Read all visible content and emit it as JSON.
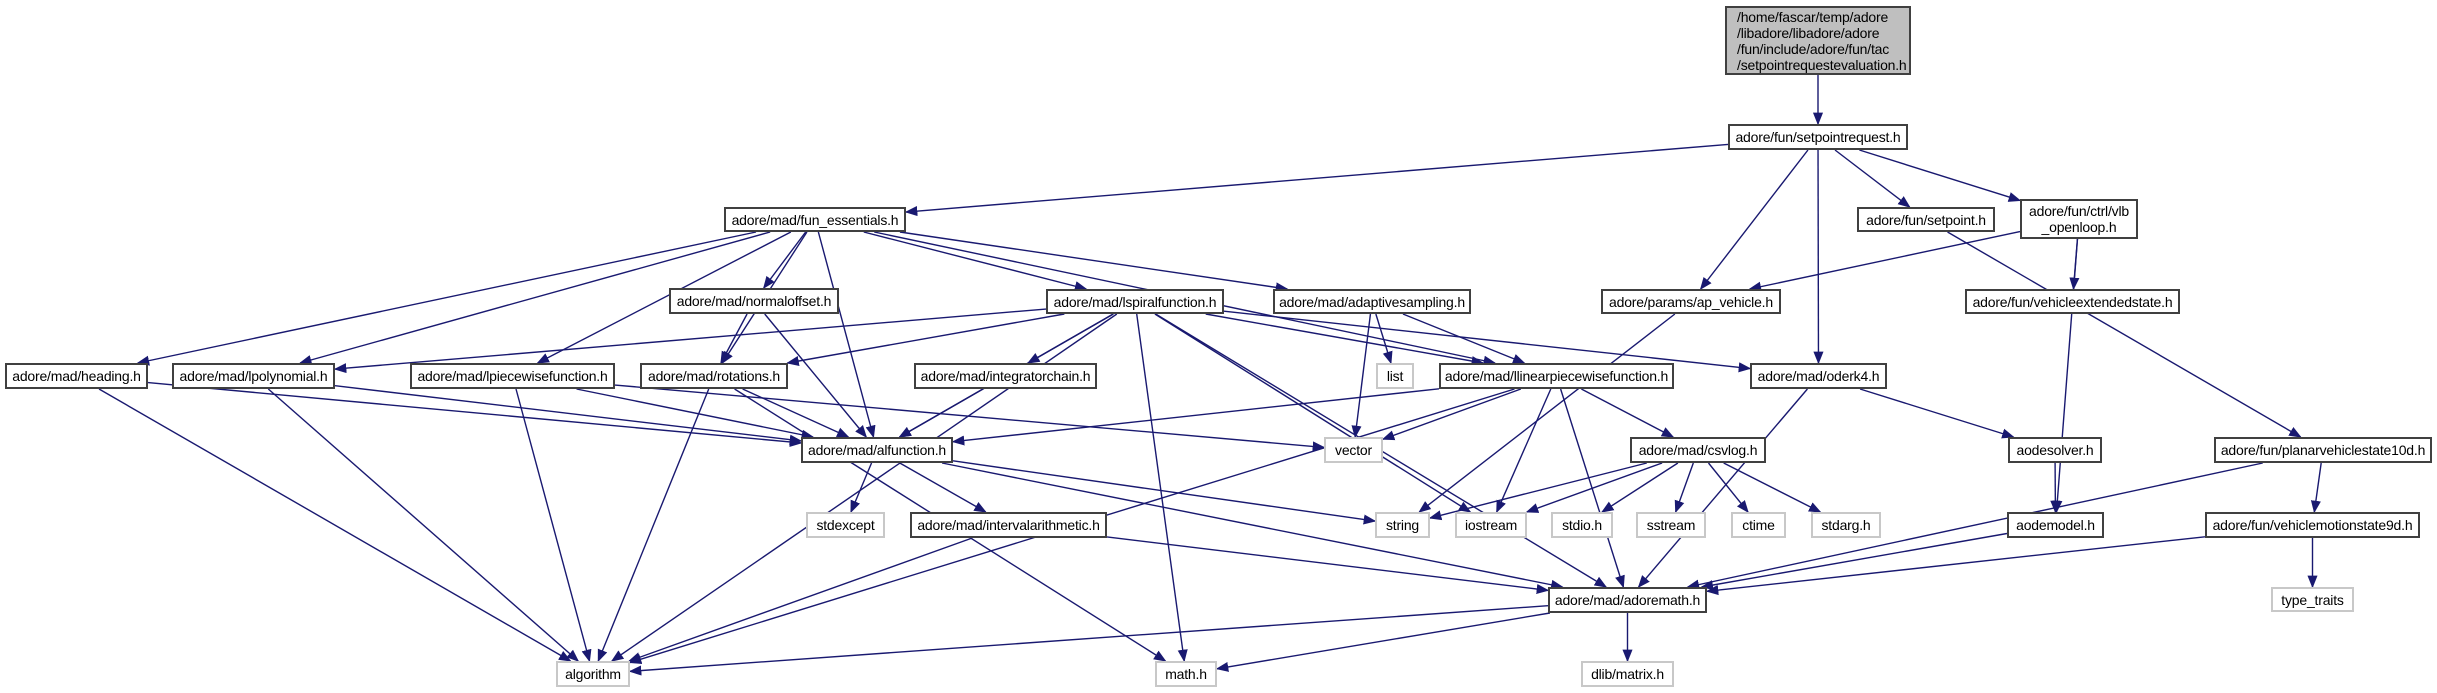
{
  "graph": {
    "edge_color": "#191970",
    "root_fill": "#bfbfbf",
    "nodes": [
      {
        "id": "root",
        "label": "/home/fascar/temp/adore\n/libadore/libadore/adore\n/fun/include/adore/fun/tac\n/setpointrequestevaluation.h",
        "kind": "root"
      },
      {
        "id": "spr",
        "label": "adore/fun/setpointrequest.h"
      },
      {
        "id": "fe",
        "label": "adore/mad/fun_essentials.h"
      },
      {
        "id": "sp",
        "label": "adore/fun/setpoint.h"
      },
      {
        "id": "vlb",
        "label": "adore/fun/ctrl/vlb\n_openloop.h"
      },
      {
        "id": "no",
        "label": "adore/mad/normaloffset.h"
      },
      {
        "id": "ls",
        "label": "adore/mad/lspiralfunction.h"
      },
      {
        "id": "as",
        "label": "adore/mad/adaptivesampling.h"
      },
      {
        "id": "apv",
        "label": "adore/params/ap_vehicle.h"
      },
      {
        "id": "ves",
        "label": "adore/fun/vehicleextendedstate.h"
      },
      {
        "id": "hd",
        "label": "adore/mad/heading.h"
      },
      {
        "id": "lp",
        "label": "adore/mad/lpolynomial.h"
      },
      {
        "id": "lpw",
        "label": "adore/mad/lpiecewisefunction.h"
      },
      {
        "id": "rot",
        "label": "adore/mad/rotations.h"
      },
      {
        "id": "ic",
        "label": "adore/mad/integratorchain.h"
      },
      {
        "id": "list",
        "label": "list",
        "kind": "system"
      },
      {
        "id": "llin",
        "label": "adore/mad/llinearpiecewisefunction.h"
      },
      {
        "id": "ode",
        "label": "adore/mad/oderk4.h"
      },
      {
        "id": "alf",
        "label": "adore/mad/alfunction.h"
      },
      {
        "id": "vec",
        "label": "vector",
        "kind": "system"
      },
      {
        "id": "csv",
        "label": "adore/mad/csvlog.h"
      },
      {
        "id": "aos",
        "label": "aodesolver.h"
      },
      {
        "id": "pvs",
        "label": "adore/fun/planarvehiclestate10d.h"
      },
      {
        "id": "stde",
        "label": "stdexcept",
        "kind": "system"
      },
      {
        "id": "ia",
        "label": "adore/mad/intervalarithmetic.h"
      },
      {
        "id": "str",
        "label": "string",
        "kind": "system"
      },
      {
        "id": "ios",
        "label": "iostream",
        "kind": "system"
      },
      {
        "id": "stdio",
        "label": "stdio.h",
        "kind": "system"
      },
      {
        "id": "sst",
        "label": "sstream",
        "kind": "system"
      },
      {
        "id": "ctime",
        "label": "ctime",
        "kind": "system"
      },
      {
        "id": "stdarg",
        "label": "stdarg.h",
        "kind": "system"
      },
      {
        "id": "aom",
        "label": "aodemodel.h"
      },
      {
        "id": "vms",
        "label": "adore/fun/vehiclemotionstate9d.h"
      },
      {
        "id": "am",
        "label": "adore/mad/adoremath.h"
      },
      {
        "id": "tt",
        "label": "type_traits",
        "kind": "system"
      },
      {
        "id": "alg",
        "label": "algorithm",
        "kind": "system"
      },
      {
        "id": "math",
        "label": "math.h",
        "kind": "system"
      },
      {
        "id": "dlib",
        "label": "dlib/matrix.h",
        "kind": "system"
      }
    ],
    "edges": [
      [
        "root",
        "spr"
      ],
      [
        "spr",
        "fe"
      ],
      [
        "spr",
        "apv"
      ],
      [
        "spr",
        "ode"
      ],
      [
        "spr",
        "sp"
      ],
      [
        "spr",
        "vlb"
      ],
      [
        "fe",
        "hd"
      ],
      [
        "fe",
        "lp"
      ],
      [
        "fe",
        "lpw"
      ],
      [
        "fe",
        "rot"
      ],
      [
        "fe",
        "no"
      ],
      [
        "fe",
        "alf"
      ],
      [
        "fe",
        "ls"
      ],
      [
        "fe",
        "as"
      ],
      [
        "fe",
        "llin"
      ],
      [
        "no",
        "rot"
      ],
      [
        "no",
        "alf"
      ],
      [
        "ls",
        "lp"
      ],
      [
        "ls",
        "rot"
      ],
      [
        "ls",
        "ic"
      ],
      [
        "ls",
        "alf"
      ],
      [
        "ls",
        "math"
      ],
      [
        "ls",
        "am"
      ],
      [
        "ls",
        "ios"
      ],
      [
        "ls",
        "llin"
      ],
      [
        "ls",
        "ode"
      ],
      [
        "ls",
        "alg"
      ],
      [
        "as",
        "list"
      ],
      [
        "as",
        "vec"
      ],
      [
        "as",
        "llin"
      ],
      [
        "apv",
        "str"
      ],
      [
        "vlb",
        "apv"
      ],
      [
        "vlb",
        "ves"
      ],
      [
        "vlb",
        "aom"
      ],
      [
        "sp",
        "pvs"
      ],
      [
        "hd",
        "alg"
      ],
      [
        "hd",
        "alf"
      ],
      [
        "lp",
        "alg"
      ],
      [
        "lp",
        "alf"
      ],
      [
        "lpw",
        "alg"
      ],
      [
        "lpw",
        "alf"
      ],
      [
        "lpw",
        "vec"
      ],
      [
        "rot",
        "alf"
      ],
      [
        "rot",
        "alg"
      ],
      [
        "rot",
        "math"
      ],
      [
        "ic",
        "alf"
      ],
      [
        "llin",
        "alf"
      ],
      [
        "llin",
        "vec"
      ],
      [
        "llin",
        "ios"
      ],
      [
        "llin",
        "csv"
      ],
      [
        "llin",
        "am"
      ],
      [
        "llin",
        "alg"
      ],
      [
        "ode",
        "aos"
      ],
      [
        "ode",
        "am"
      ],
      [
        "alf",
        "stde"
      ],
      [
        "alf",
        "ia"
      ],
      [
        "alf",
        "str"
      ],
      [
        "alf",
        "am"
      ],
      [
        "csv",
        "str"
      ],
      [
        "csv",
        "ios"
      ],
      [
        "csv",
        "stdio"
      ],
      [
        "csv",
        "sst"
      ],
      [
        "csv",
        "ctime"
      ],
      [
        "csv",
        "stdarg"
      ],
      [
        "aos",
        "aom"
      ],
      [
        "pvs",
        "vms"
      ],
      [
        "pvs",
        "am"
      ],
      [
        "ia",
        "am"
      ],
      [
        "ia",
        "alg"
      ],
      [
        "aom",
        "am"
      ],
      [
        "vms",
        "am"
      ],
      [
        "vms",
        "tt"
      ],
      [
        "am",
        "alg"
      ],
      [
        "am",
        "math"
      ],
      [
        "am",
        "dlib"
      ]
    ]
  }
}
